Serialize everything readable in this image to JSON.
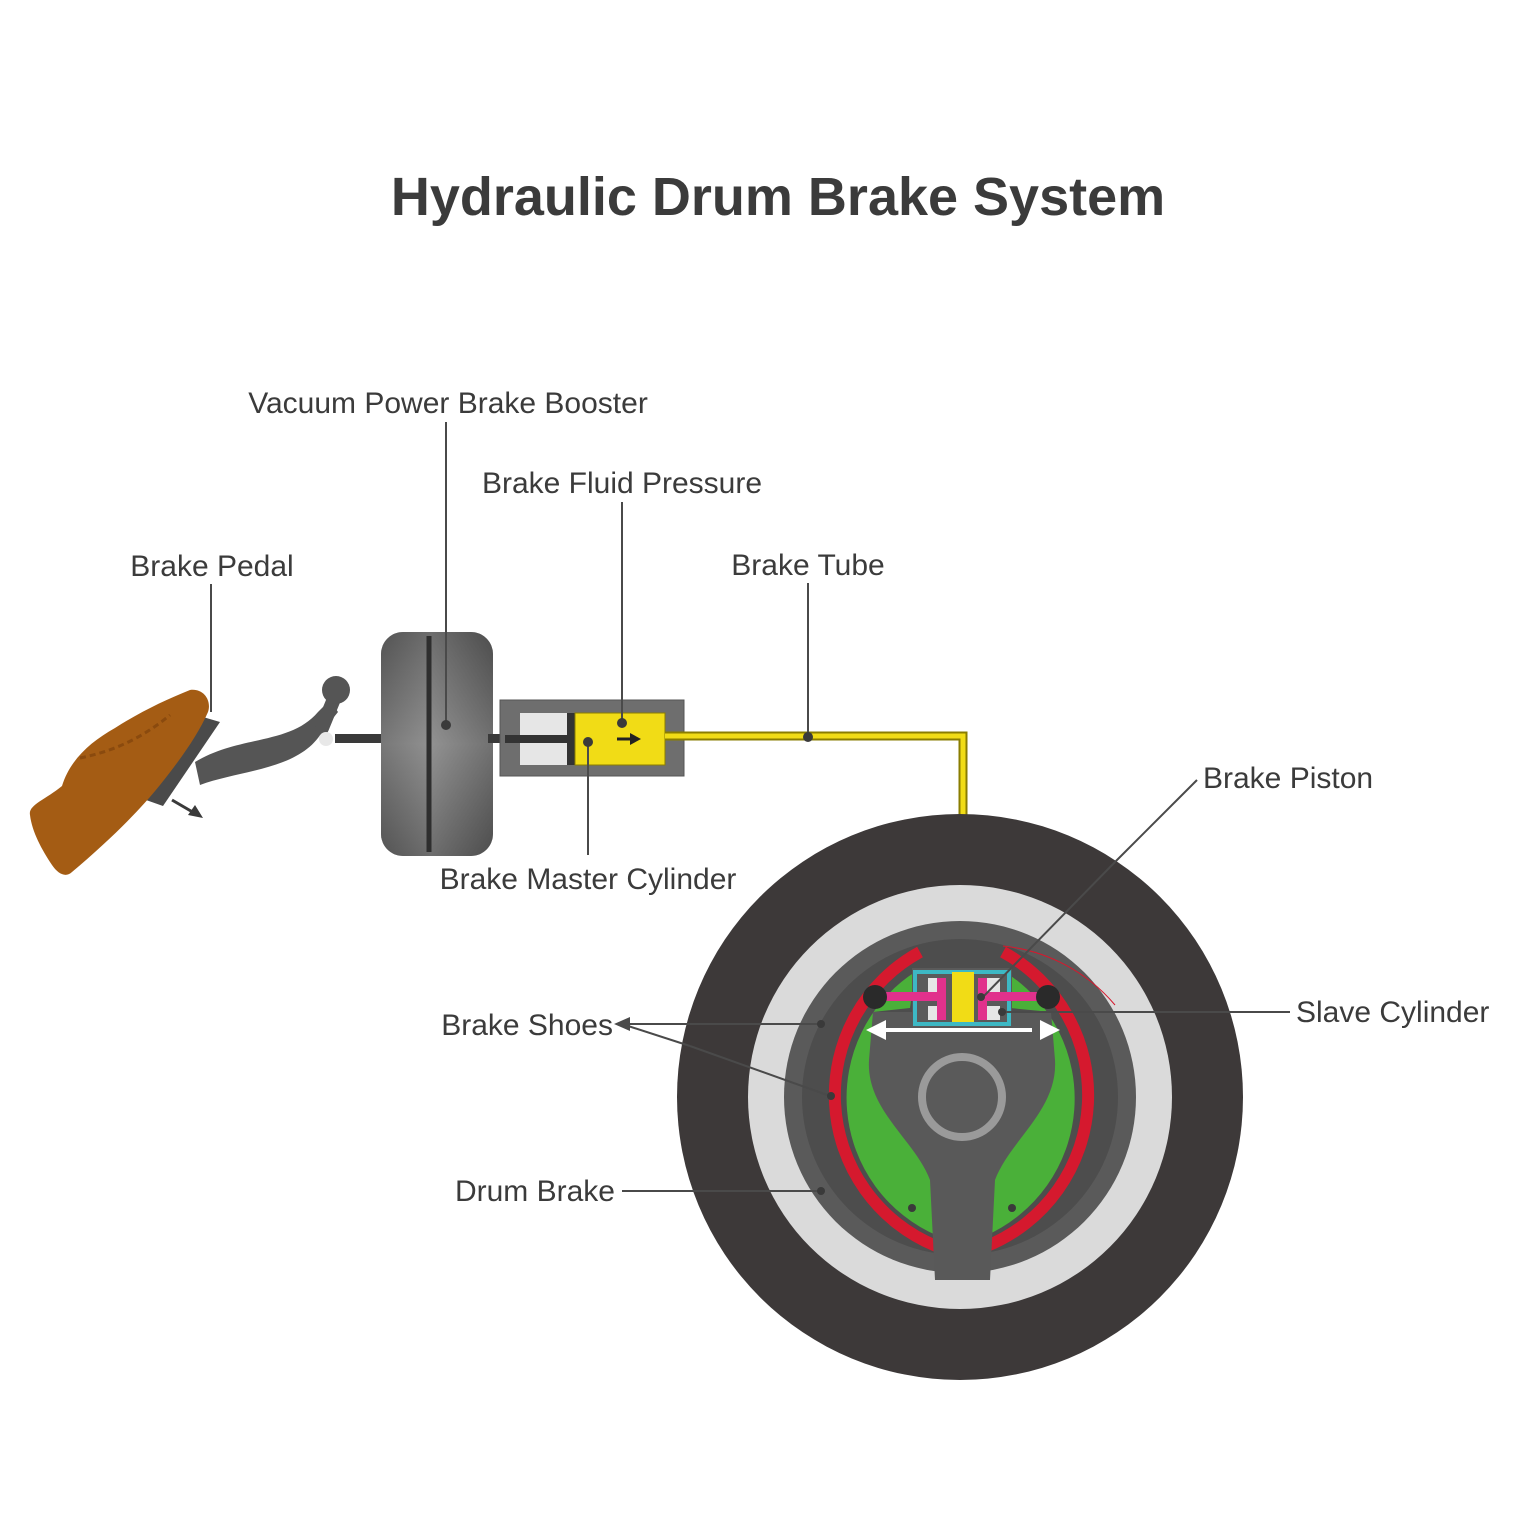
{
  "title": "Hydraulic Drum Brake System",
  "labels": {
    "vacuum_booster": "Vacuum Power Brake Booster",
    "fluid_pressure": "Brake Fluid Pressure",
    "brake_tube": "Brake Tube",
    "brake_pedal": "Brake Pedal",
    "master_cylinder": "Brake Master Cylinder",
    "brake_piston": "Brake Piston",
    "slave_cylinder": "Slave Cylinder",
    "brake_shoes": "Brake Shoes",
    "drum_brake": "Drum Brake"
  },
  "colors": {
    "text": "#3b3b3b",
    "tire": "#3d3939",
    "rim": "#dadada",
    "backing_plate": "#5a5a5a",
    "brake_shoe": "#4ab039",
    "lining": "#d5192e",
    "fluid": "#f1dc16",
    "piston": "#e1318c",
    "slave_cylinder_frame": "#3db8c4",
    "shoe": "#a45c14",
    "booster": "#6e6e6e"
  }
}
